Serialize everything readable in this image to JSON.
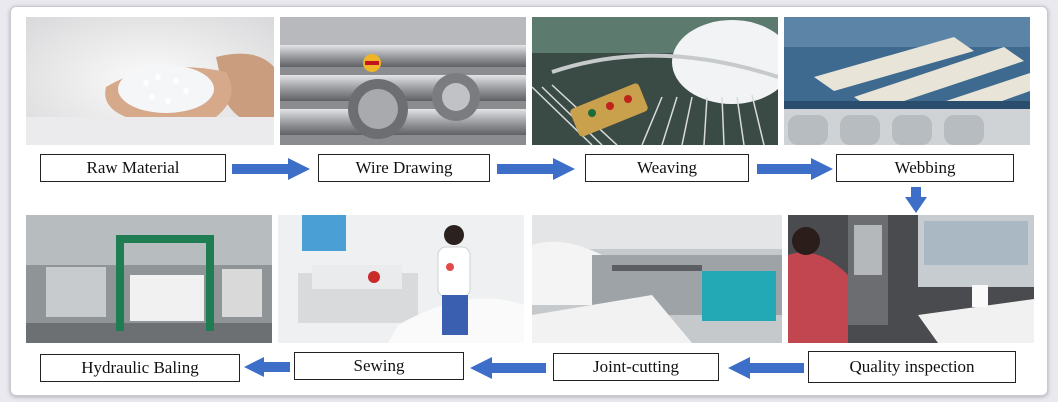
{
  "steps": [
    {
      "label": "Raw Material"
    },
    {
      "label": "Wire Drawing"
    },
    {
      "label": "Weaving"
    },
    {
      "label": "Webbing"
    },
    {
      "label": "Quality inspection"
    },
    {
      "label": "Joint-cutting"
    },
    {
      "label": "Sewing"
    },
    {
      "label": "Hydraulic Baling"
    }
  ],
  "colors": {
    "arrow": "#3d6fc9",
    "label_border": "#222222",
    "frame_border": "#c9c9d2"
  }
}
